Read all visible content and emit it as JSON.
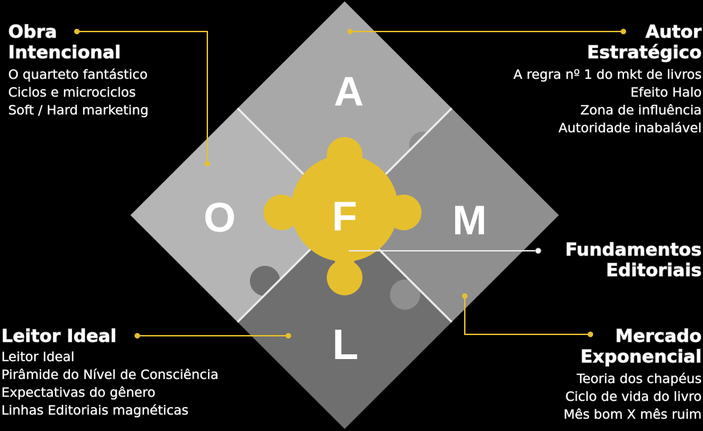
{
  "letters": {
    "a": "A",
    "o": "O",
    "f": "F",
    "m": "M",
    "l": "L"
  },
  "colors": {
    "top": "#a8a8a8",
    "left": "#b5b5b5",
    "right": "#8f8f8f",
    "bottom": "#6f6f6f",
    "center": "#e6bf2f",
    "accent": "#e6bf2f"
  },
  "obra": {
    "heading": [
      "Obra",
      "Intencional"
    ],
    "items": [
      "O quarteto fantástico",
      "Ciclos e microciclos",
      "Soft / Hard marketing"
    ]
  },
  "autor": {
    "heading": [
      "Autor",
      "Estratégico"
    ],
    "items": [
      "A regra nº 1 do mkt de livros",
      "Efeito Halo",
      "Zona de influência",
      "Autoridade inabalável"
    ]
  },
  "fundamentos": {
    "heading": [
      "Fundamentos",
      "Editoriais"
    ]
  },
  "leitor": {
    "heading": [
      "Leitor Ideal"
    ],
    "items": [
      "Leitor Ideal",
      "Pirâmide do Nível de Consciência",
      "Expectativas do gênero",
      "Linhas Editoriais magnéticas"
    ]
  },
  "mercado": {
    "heading": [
      "Mercado",
      "Exponencial"
    ],
    "items": [
      "Teoria dos chapéus",
      "Ciclo de vida do livro",
      "Mês bom X mês ruim"
    ]
  }
}
